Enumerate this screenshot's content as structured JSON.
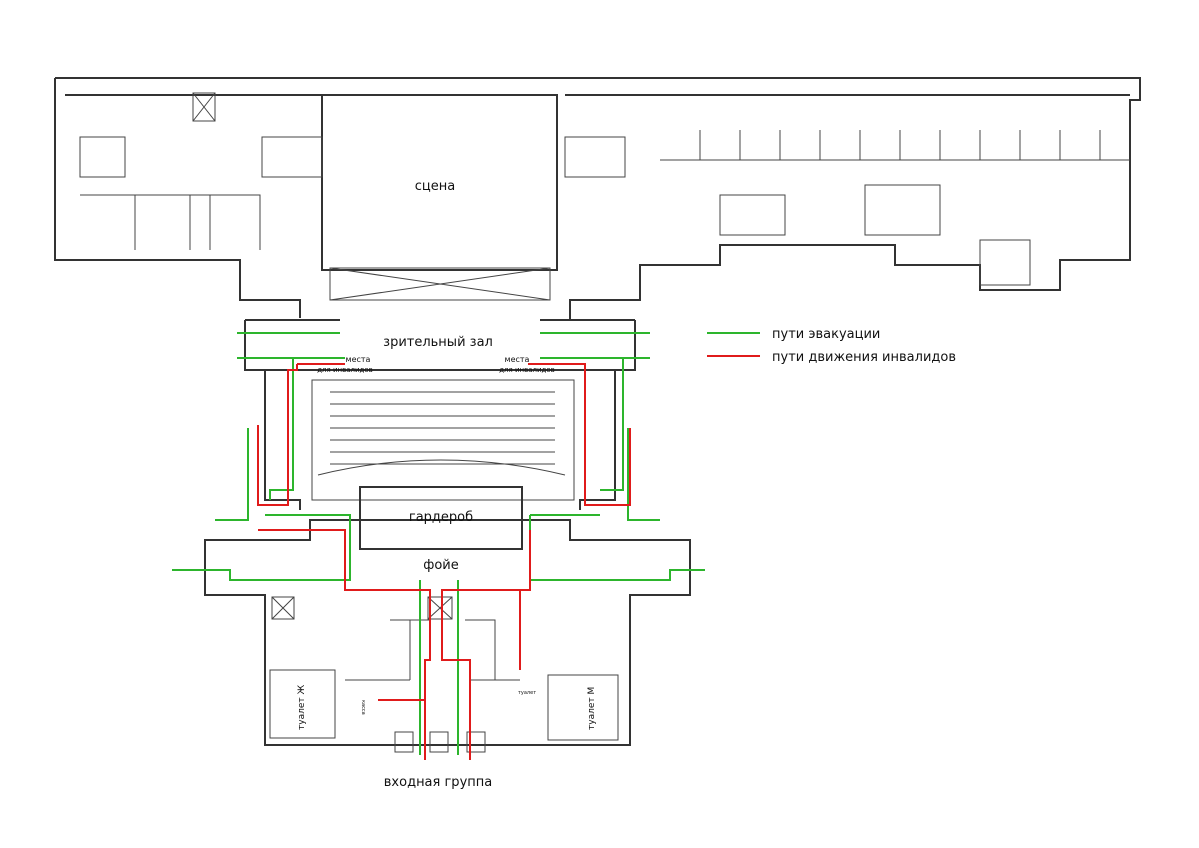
{
  "plan": {
    "rooms": {
      "stage": "сцена",
      "hall": "зрительный зал",
      "wheelchair_left_1": "места",
      "wheelchair_left_2": "для инвалидов",
      "wheelchair_right_1": "места",
      "wheelchair_right_2": "для инвалидов",
      "cloakroom": "гардероб",
      "foyer": "фойе",
      "cashier": "касса",
      "toilet_small": "туалет",
      "toilet_women": "туалет Ж",
      "toilet_men": "туалет М",
      "entrance": "входная группа"
    }
  },
  "legend": {
    "items": [
      {
        "label": "пути эвакуации",
        "color": "#2db52d"
      },
      {
        "label": "пути движения инвалидов",
        "color": "#e01b1b"
      }
    ]
  }
}
